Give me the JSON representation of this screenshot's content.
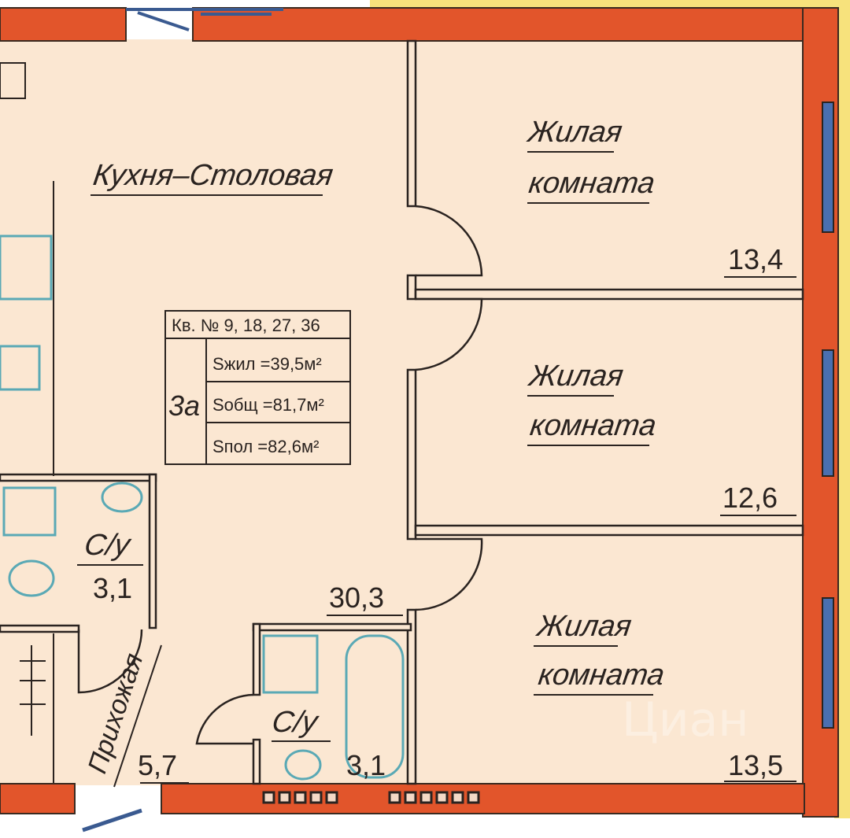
{
  "colors": {
    "wall": "#e2552b",
    "floor": "#fbe7d2",
    "outside": "#f7e27c",
    "window": "#4a6fb0",
    "fixture": "#5aa9b5",
    "line": "#2a2320"
  },
  "rooms": {
    "kitchen": {
      "label": "Кухня–Столовая",
      "area": "30,3"
    },
    "bedroom1": {
      "label_line1": "Жилая",
      "label_line2": "комната",
      "area": "13,4"
    },
    "bedroom2": {
      "label_line1": "Жилая",
      "label_line2": "комната",
      "area": "12,6"
    },
    "bedroom3": {
      "label_line1": "Жилая",
      "label_line2": "комната",
      "area": "13,5"
    },
    "bath1": {
      "label": "С/у",
      "area": "3,1"
    },
    "bath2": {
      "label": "С/у",
      "area": "3,1"
    },
    "hallway": {
      "label": "Прихожая",
      "area": "5,7"
    }
  },
  "info_table": {
    "apartments": "Кв. № 9, 18, 27, 36",
    "type": "3а",
    "living_area": "Sжил =39,5м²",
    "total_area": "Sобщ =81,7м²",
    "floor_area": "Sпол =82,6м²"
  },
  "watermark": "Циан"
}
